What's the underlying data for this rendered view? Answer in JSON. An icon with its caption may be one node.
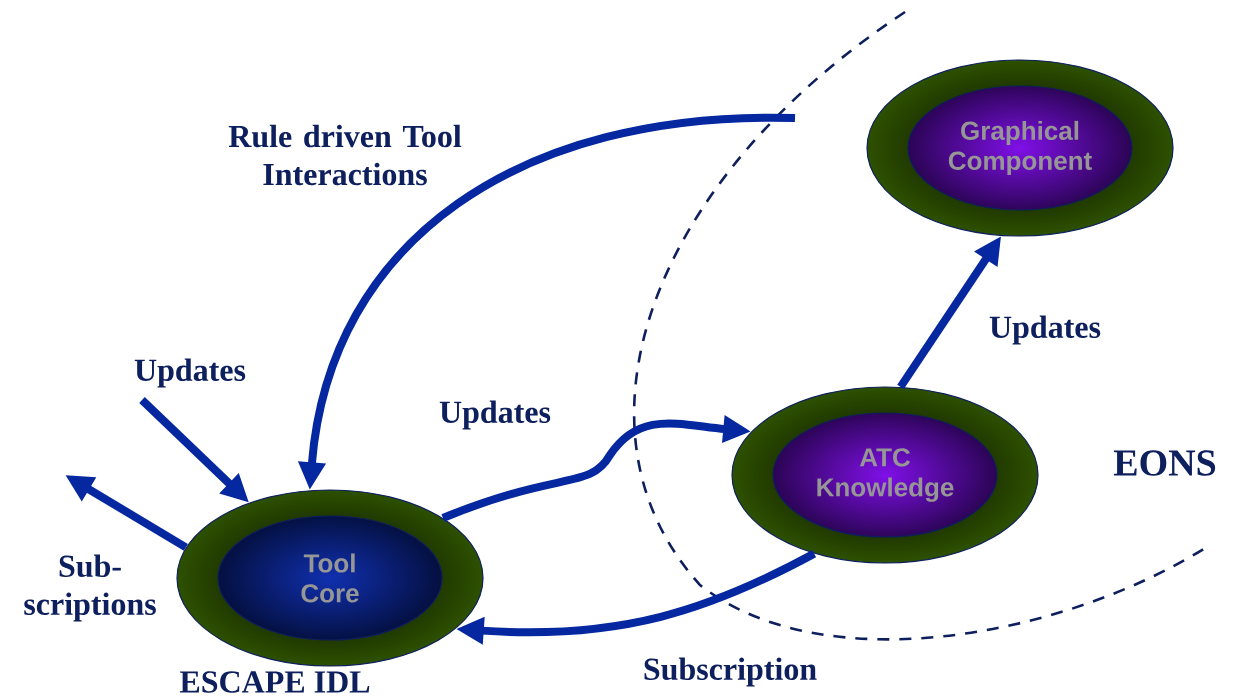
{
  "diagram": {
    "nodes": [
      {
        "text": [
          "Tool Core"
        ],
        "beside": [
          "ESCAPE IDL"
        ]
      },
      {
        "text": [
          "ATC Knowledge"
        ]
      },
      {
        "text": [
          "Graphical Component"
        ]
      }
    ],
    "edges": [
      {
        "from": null,
        "to": 0,
        "arrow": "to",
        "label": "Rule driven Tool Interactions"
      },
      {
        "from": null,
        "to": 0,
        "arrow": "to",
        "label": "Updates"
      },
      {
        "from": 0,
        "to": null,
        "arrow": "to",
        "label": "Sub- scriptions"
      },
      {
        "from": 0,
        "to": 1,
        "arrow": "to",
        "label": "Updates"
      },
      {
        "from": 1,
        "to": 0,
        "arrow": "to",
        "label": "Subscription"
      },
      {
        "from": 1,
        "to": 2,
        "arrow": "to",
        "label": "Updates"
      }
    ],
    "labels": [
      "EONS"
    ]
  }
}
